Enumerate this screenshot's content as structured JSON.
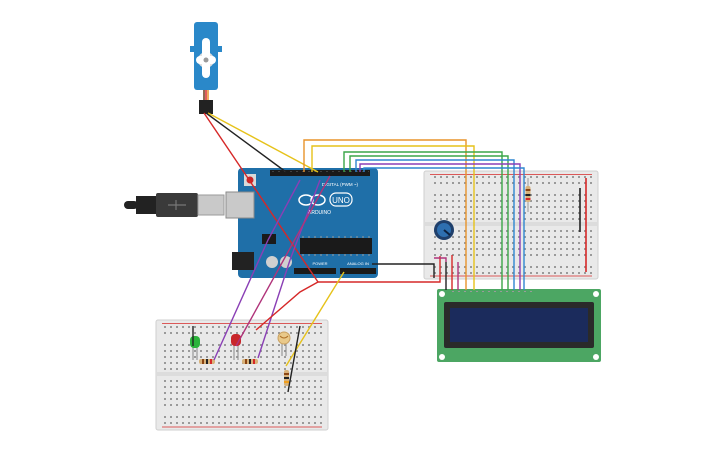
{
  "arduino": {
    "label_digital": "DIGITAL (PWM ~)",
    "label_model": "UNO",
    "label_brand": "ARDUINO",
    "label_power": "POWER",
    "label_analog": "ANALOG IN"
  },
  "colors": {
    "board": "#1f6fa8",
    "breadboard": "#e9e9e9",
    "lcd_pcb": "#4ca663",
    "lcd_screen": "#1b2b5c",
    "servo": "#2a88c9",
    "wire_yellow": "#e6c21a",
    "wire_orange": "#e8932a",
    "wire_green": "#3aa648",
    "wire_blue": "#2f86d1",
    "wire_purple": "#8a3fb5",
    "wire_red": "#d62828",
    "wire_black": "#222222",
    "wire_magenta": "#b0337a"
  },
  "components": {
    "servo_icon": "servo-motor",
    "usb_icon": "usb-cable",
    "potentiometer_icon": "potentiometer-knob",
    "led_green": "green-led",
    "led_red": "red-led",
    "photoresistor": "photoresistor",
    "lcd": "lcd-16x2"
  }
}
